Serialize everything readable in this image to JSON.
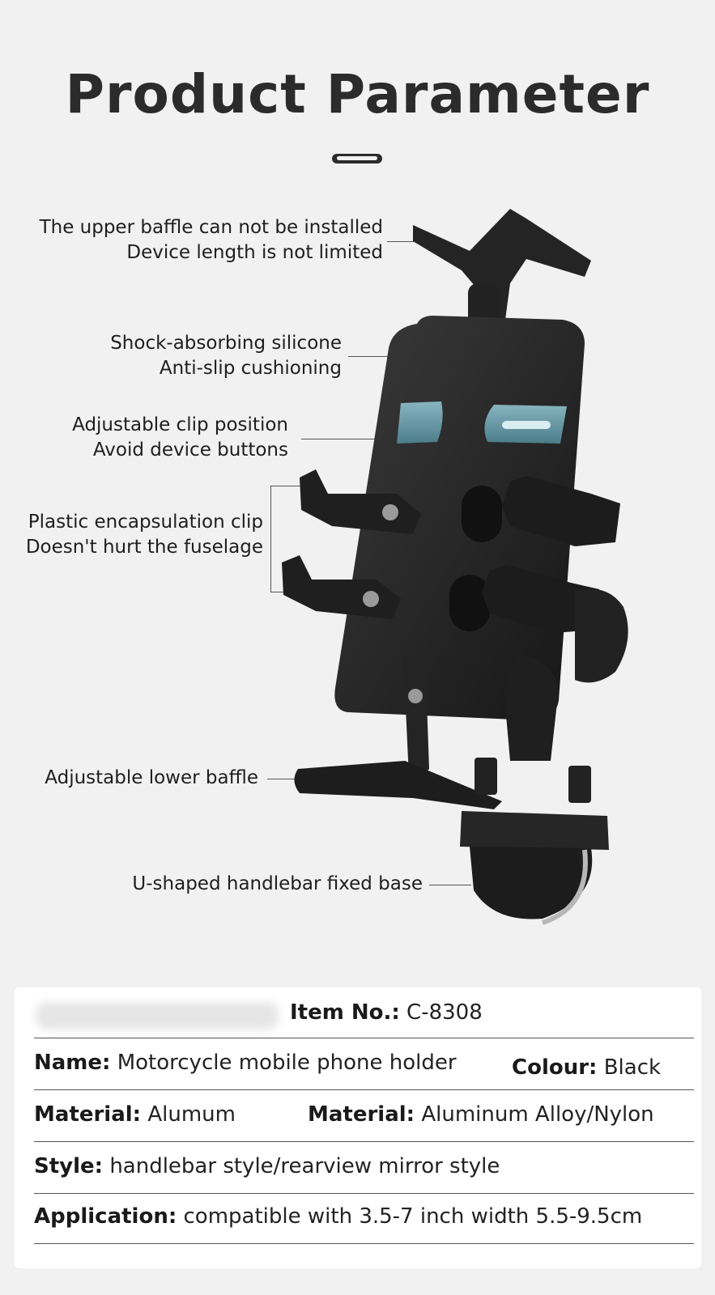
{
  "header": {
    "title": "Product Parameter"
  },
  "callouts": [
    {
      "lines": [
        "The upper baffle can not be installed",
        "Device length is not limited"
      ]
    },
    {
      "lines": [
        "Shock-absorbing silicone",
        "Anti-slip cushioning"
      ]
    },
    {
      "lines": [
        "Adjustable clip position",
        "Avoid device buttons"
      ]
    },
    {
      "lines": [
        "Plastic encapsulation clip",
        "Doesn't hurt the fuselage"
      ]
    },
    {
      "lines": [
        "Adjustable lower baffle"
      ]
    },
    {
      "lines": [
        "U-shaped handlebar fixed base"
      ]
    }
  ],
  "specs": {
    "item_no": {
      "label": "Item No.:",
      "value": "C-8308"
    },
    "name": {
      "label": "Name:",
      "value": "Motorcycle mobile phone holder"
    },
    "colour": {
      "label": "Colour:",
      "value": "Black"
    },
    "material_1": {
      "label": "Material:",
      "value": "Alumum"
    },
    "material_2": {
      "label": "Material:",
      "value": "Aluminum Alloy/Nylon"
    },
    "style": {
      "label": "Style:",
      "value": "handlebar style/rearview mirror style"
    },
    "application": {
      "label": "Application:",
      "value": "compatible with 3.5-7 inch width 5.5-9.5cm"
    }
  },
  "colors": {
    "accent": "#6fa0ae",
    "product": "#262626",
    "background": "#f1f1f1"
  }
}
